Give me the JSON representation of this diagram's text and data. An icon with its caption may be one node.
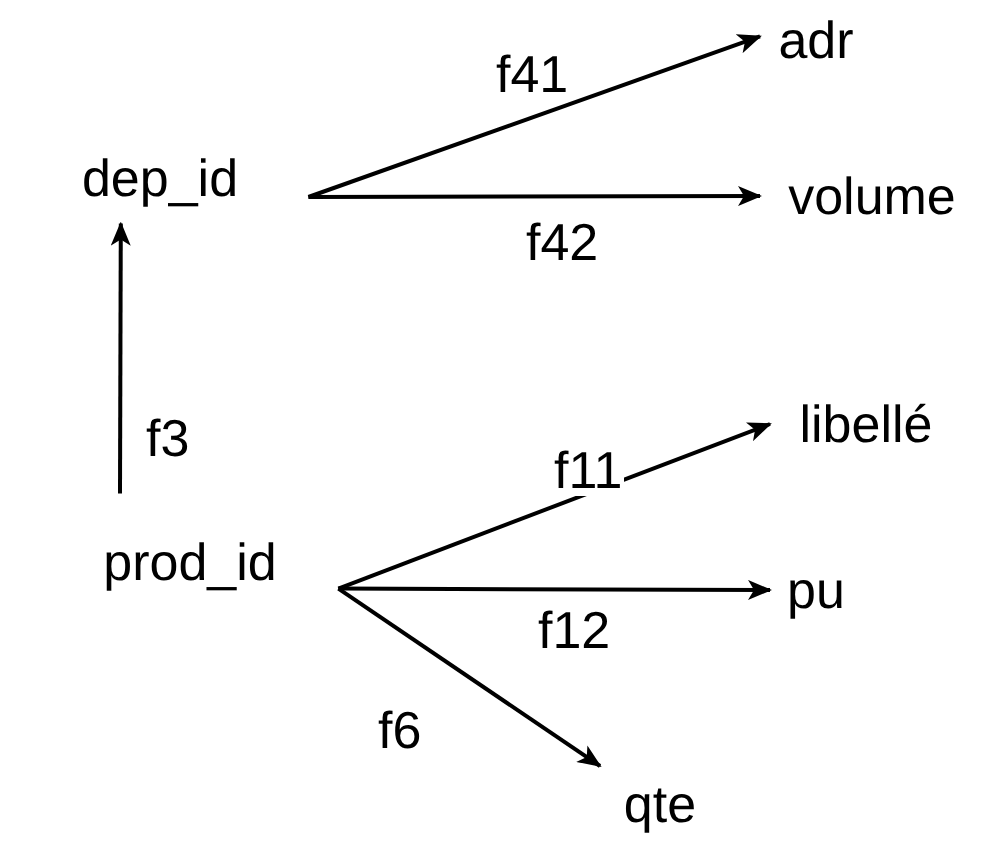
{
  "diagram": {
    "nodes": [
      {
        "text": [
          "dep_id"
        ]
      },
      {
        "text": [
          "adr"
        ]
      },
      {
        "text": [
          "volume"
        ]
      },
      {
        "text": [
          "prod_id"
        ]
      },
      {
        "text": [
          "libellé"
        ]
      },
      {
        "text": [
          "pu"
        ]
      },
      {
        "text": [
          "qte"
        ]
      }
    ],
    "edges": [
      {
        "from": 0,
        "to": 1,
        "arrow": "to",
        "label": "f41"
      },
      {
        "from": 0,
        "to": 2,
        "arrow": "to",
        "label": "f42"
      },
      {
        "from": 3,
        "to": 0,
        "arrow": "to",
        "label": "f3"
      },
      {
        "from": 3,
        "to": 4,
        "arrow": "to",
        "label": "f11"
      },
      {
        "from": 3,
        "to": 5,
        "arrow": "to",
        "label": "f12"
      },
      {
        "from": 3,
        "to": 6,
        "arrow": "to",
        "label": "f6"
      }
    ]
  }
}
